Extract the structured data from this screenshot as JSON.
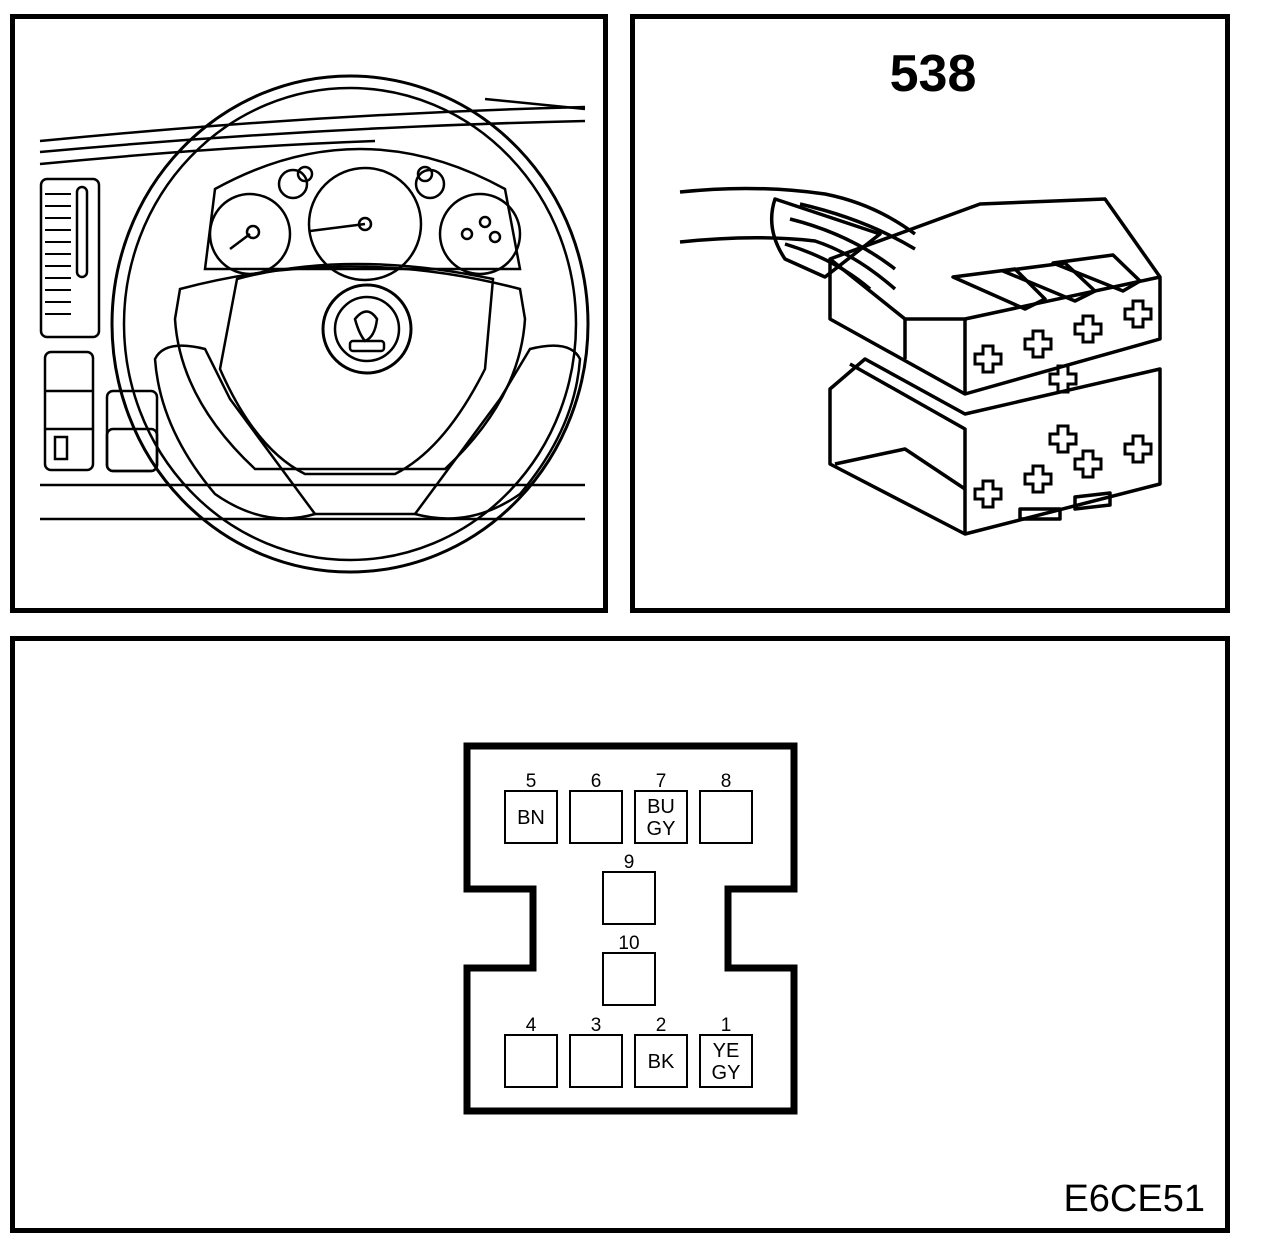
{
  "connector": {
    "number": "538"
  },
  "pinout": {
    "pins": [
      {
        "num": "5",
        "wire": [
          "BN"
        ]
      },
      {
        "num": "6",
        "wire": []
      },
      {
        "num": "7",
        "wire": [
          "BU",
          "GY"
        ]
      },
      {
        "num": "8",
        "wire": []
      },
      {
        "num": "9",
        "wire": []
      },
      {
        "num": "10",
        "wire": []
      },
      {
        "num": "4",
        "wire": []
      },
      {
        "num": "3",
        "wire": []
      },
      {
        "num": "2",
        "wire": [
          "BK"
        ]
      },
      {
        "num": "1",
        "wire": [
          "YE",
          "GY"
        ]
      }
    ]
  },
  "figure": {
    "code": "E6CE51"
  }
}
